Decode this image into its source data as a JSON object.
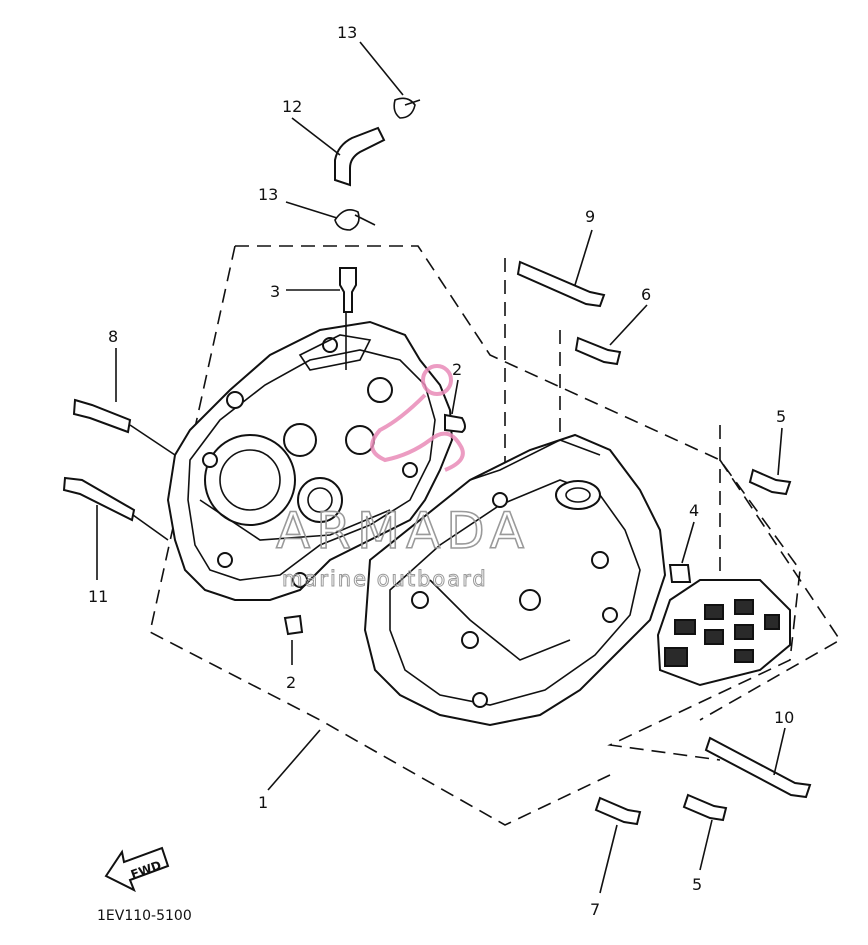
{
  "callouts": [
    {
      "id": "c13a",
      "text": "13"
    },
    {
      "id": "c12",
      "text": "12"
    },
    {
      "id": "c13b",
      "text": "13"
    },
    {
      "id": "c3",
      "text": "3"
    },
    {
      "id": "c8",
      "text": "8"
    },
    {
      "id": "c11",
      "text": "11"
    },
    {
      "id": "c2a",
      "text": "2"
    },
    {
      "id": "c2b",
      "text": "2"
    },
    {
      "id": "c9",
      "text": "9"
    },
    {
      "id": "c6",
      "text": "6"
    },
    {
      "id": "c5a",
      "text": "5"
    },
    {
      "id": "c4",
      "text": "4"
    },
    {
      "id": "c10",
      "text": "10"
    },
    {
      "id": "c1",
      "text": "1"
    },
    {
      "id": "c7",
      "text": "7"
    },
    {
      "id": "c5b",
      "text": "5"
    }
  ],
  "fwd_label": "FWD",
  "diagram_code": "1EV110-5100",
  "watermark": {
    "brand": "ARMADA",
    "tagline": "marine outboard"
  },
  "colors": {
    "line": "#111111",
    "watermark_grey": "#9a9a9a",
    "watermark_pink": "#e98bb8"
  }
}
